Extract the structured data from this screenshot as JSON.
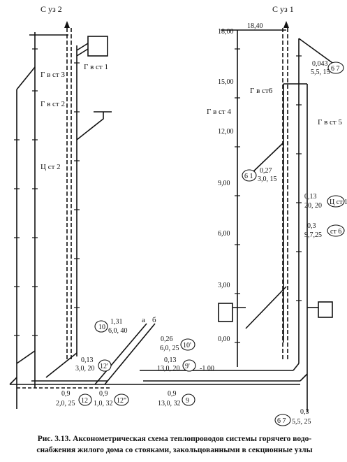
{
  "headers": {
    "left": "С уз 2",
    "right": "С уз 1"
  },
  "labels": {
    "gvst1": "Г в ст 1",
    "gvst3": "Г в ст 3",
    "gvst2": "Г в ст 2",
    "tsst2": "Ц ст 2",
    "gvst6": "Г в ст6",
    "gvst4": "Г в ст 4",
    "gvst5": "Г в ст 5",
    "tsst1": "Ц ст 1",
    "st6": "ст 6",
    "a": "а",
    "b": "б"
  },
  "levels": [
    "18,00",
    "15,00",
    "12,00",
    "9,00",
    "6,00",
    "3,00",
    "0,00",
    "-1 00"
  ],
  "top_level": "18,40",
  "annotations": {
    "a1_top": "0,043",
    "a1_bot": "5,5, 15",
    "a1_tag": "6 7",
    "a2_top": "0,27",
    "a2_bot": "3,0, 15",
    "a2_tag": "6 1",
    "a3_top": "0,13",
    "a3_bot": "20, 20",
    "a4_top": "0,3",
    "a4_bot": "9,7,25",
    "a5_top": "1,31",
    "a5_bot": "6,0, 40",
    "a5_tag": "10",
    "a6_top": "0,26",
    "a6_bot": "6,0, 25",
    "a6_tag": "10'",
    "a7_top": "0,13",
    "a7_bot": "3,0, 20",
    "a7_tag": "12'",
    "a8_top": "0,13",
    "a8_bot": "13,0, 20",
    "a8_tag": "9'",
    "a9_top": "0,9",
    "a9_bot": "2,0, 25",
    "a9_tag": "12",
    "a10_top": "0,9",
    "a10_bot": "1,0, 32",
    "a10_tag": "12\"",
    "a11_top": "0,9",
    "a11_bot": "13,0, 32",
    "a11_tag": "9",
    "a12_top": "0,3",
    "a12_bot": "5,5, 25",
    "a12_tag": "6 7"
  },
  "caption_line1": "Рис. 3.13. Аксонометрическая схема теплопроводов системы горячего водо-",
  "caption_line2": "снабжения жилого дома со стояками, закольцованными в секционные узлы"
}
